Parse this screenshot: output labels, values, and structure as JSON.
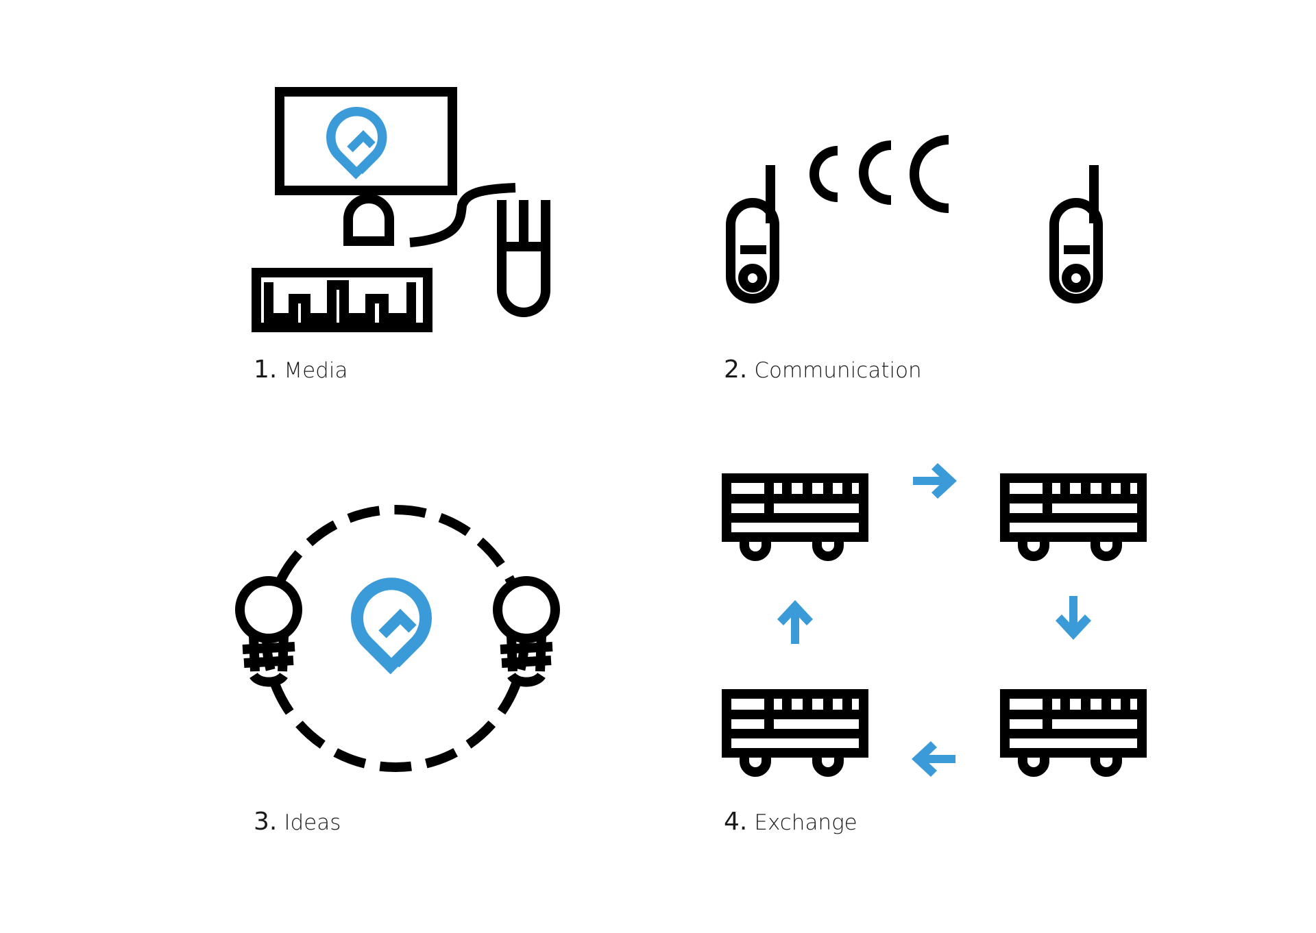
{
  "colors": {
    "accent": "#3b9bd8",
    "ink": "#000000",
    "background": "#ffffff"
  },
  "panels": [
    {
      "number": "1.",
      "label": "Media",
      "icon": "computer-with-mouse-and-keyboard"
    },
    {
      "number": "2.",
      "label": "Communication",
      "icon": "two-phones-with-signal-waves"
    },
    {
      "number": "3.",
      "label": "Ideas",
      "icon": "two-lightbulbs-in-dashed-circle"
    },
    {
      "number": "4.",
      "label": "Exchange",
      "icon": "four-trams-in-cycle"
    }
  ]
}
